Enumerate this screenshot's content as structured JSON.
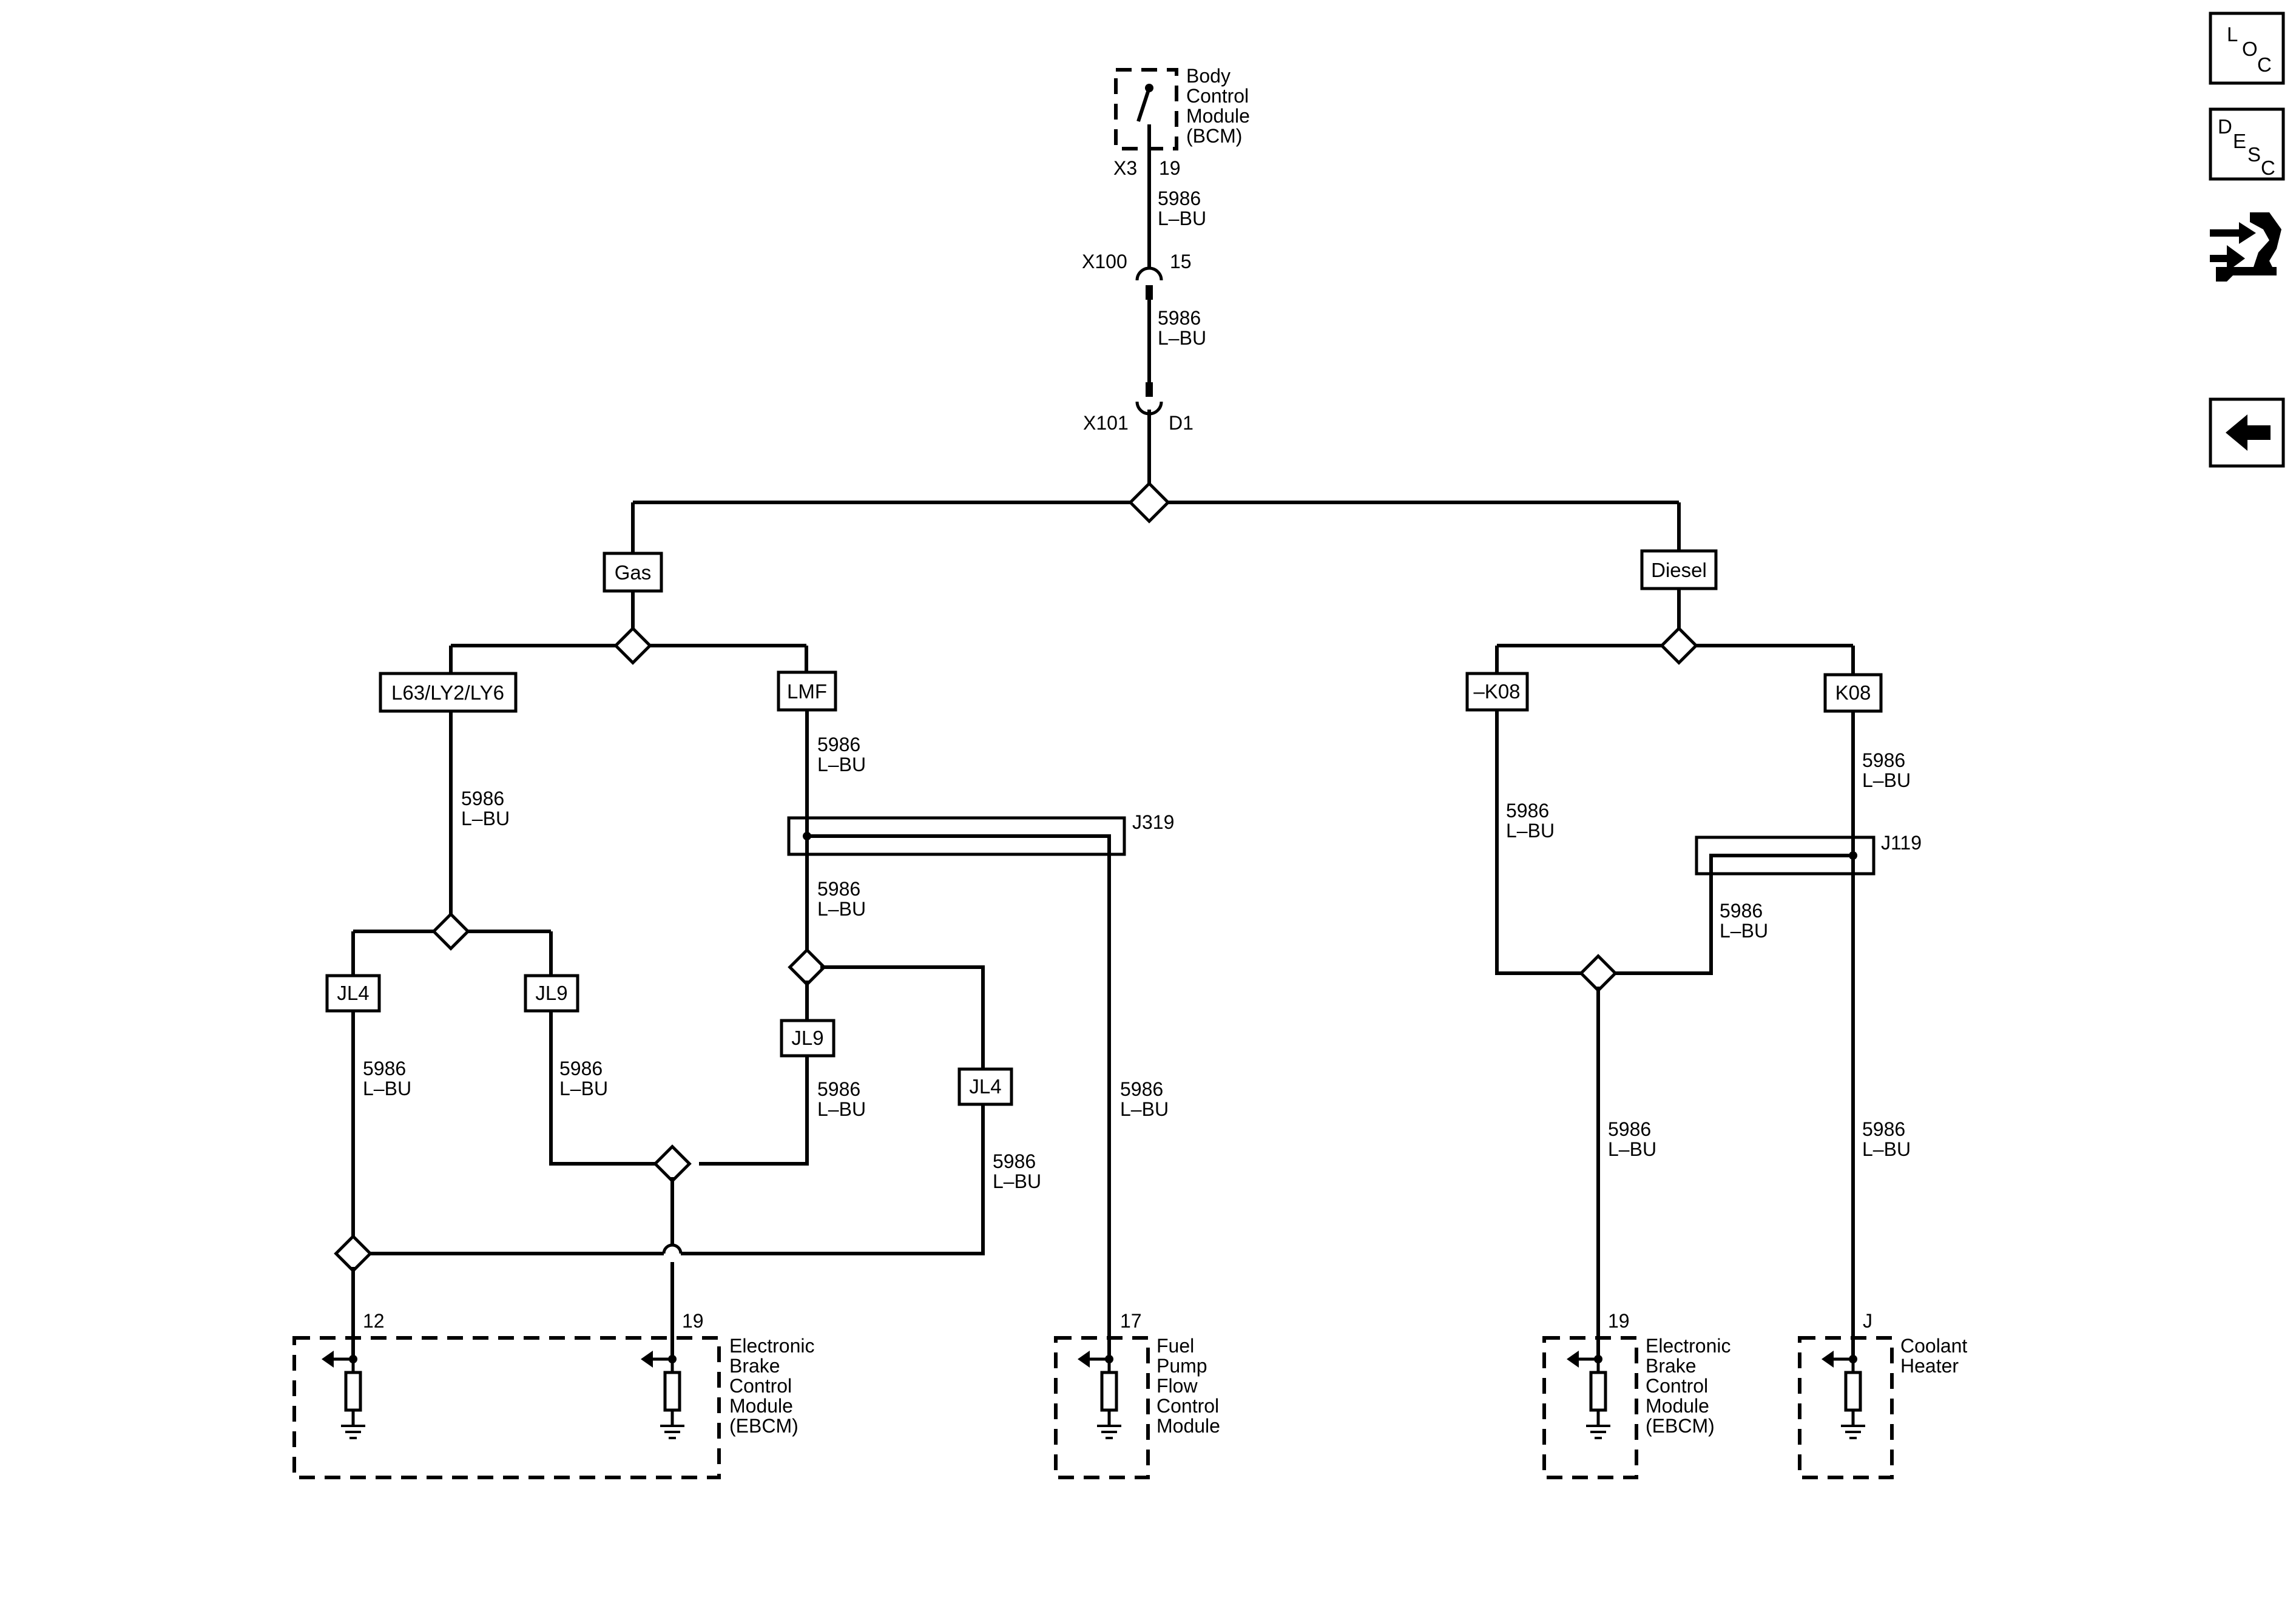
{
  "bcm": {
    "lines": [
      "Body",
      "Control",
      "Module",
      "(BCM)"
    ],
    "connector": "X3",
    "pin": "19"
  },
  "inline_connectors": [
    {
      "name": "X100",
      "pin": "15"
    },
    {
      "name": "X101",
      "pin": "D1"
    }
  ],
  "wire": {
    "circuit": "5986",
    "color": "L–BU"
  },
  "options": {
    "gas": "Gas",
    "diesel": "Diesel",
    "l63": "L63/LY2/LY6",
    "lmf": "LMF",
    "jl4": "JL4",
    "jl9": "JL9",
    "not_k08": "–K08",
    "k08": "K08"
  },
  "splices": {
    "j319": "J319",
    "j119": "J119"
  },
  "components": {
    "ebcm_gas": {
      "lines": [
        "Electronic",
        "Brake",
        "Control",
        "Module",
        "(EBCM)"
      ],
      "pins": [
        "12",
        "19"
      ]
    },
    "fuel_pump": {
      "lines": [
        "Fuel",
        "Pump",
        "Flow",
        "Control",
        "Module"
      ],
      "pin": "17"
    },
    "ebcm_diesel": {
      "lines": [
        "Electronic",
        "Brake",
        "Control",
        "Module",
        "(EBCM)"
      ],
      "pin": "19"
    },
    "coolant_heater": {
      "lines": [
        "Coolant",
        "Heater"
      ],
      "pin": "J"
    }
  },
  "nav": {
    "loc": {
      "letters": [
        "L",
        "O",
        "C"
      ]
    },
    "desc": {
      "letters": [
        "D",
        "E",
        "S",
        "C"
      ]
    },
    "icons": {
      "service": "service-wrench-icon",
      "back": "back-arrow-icon"
    }
  }
}
